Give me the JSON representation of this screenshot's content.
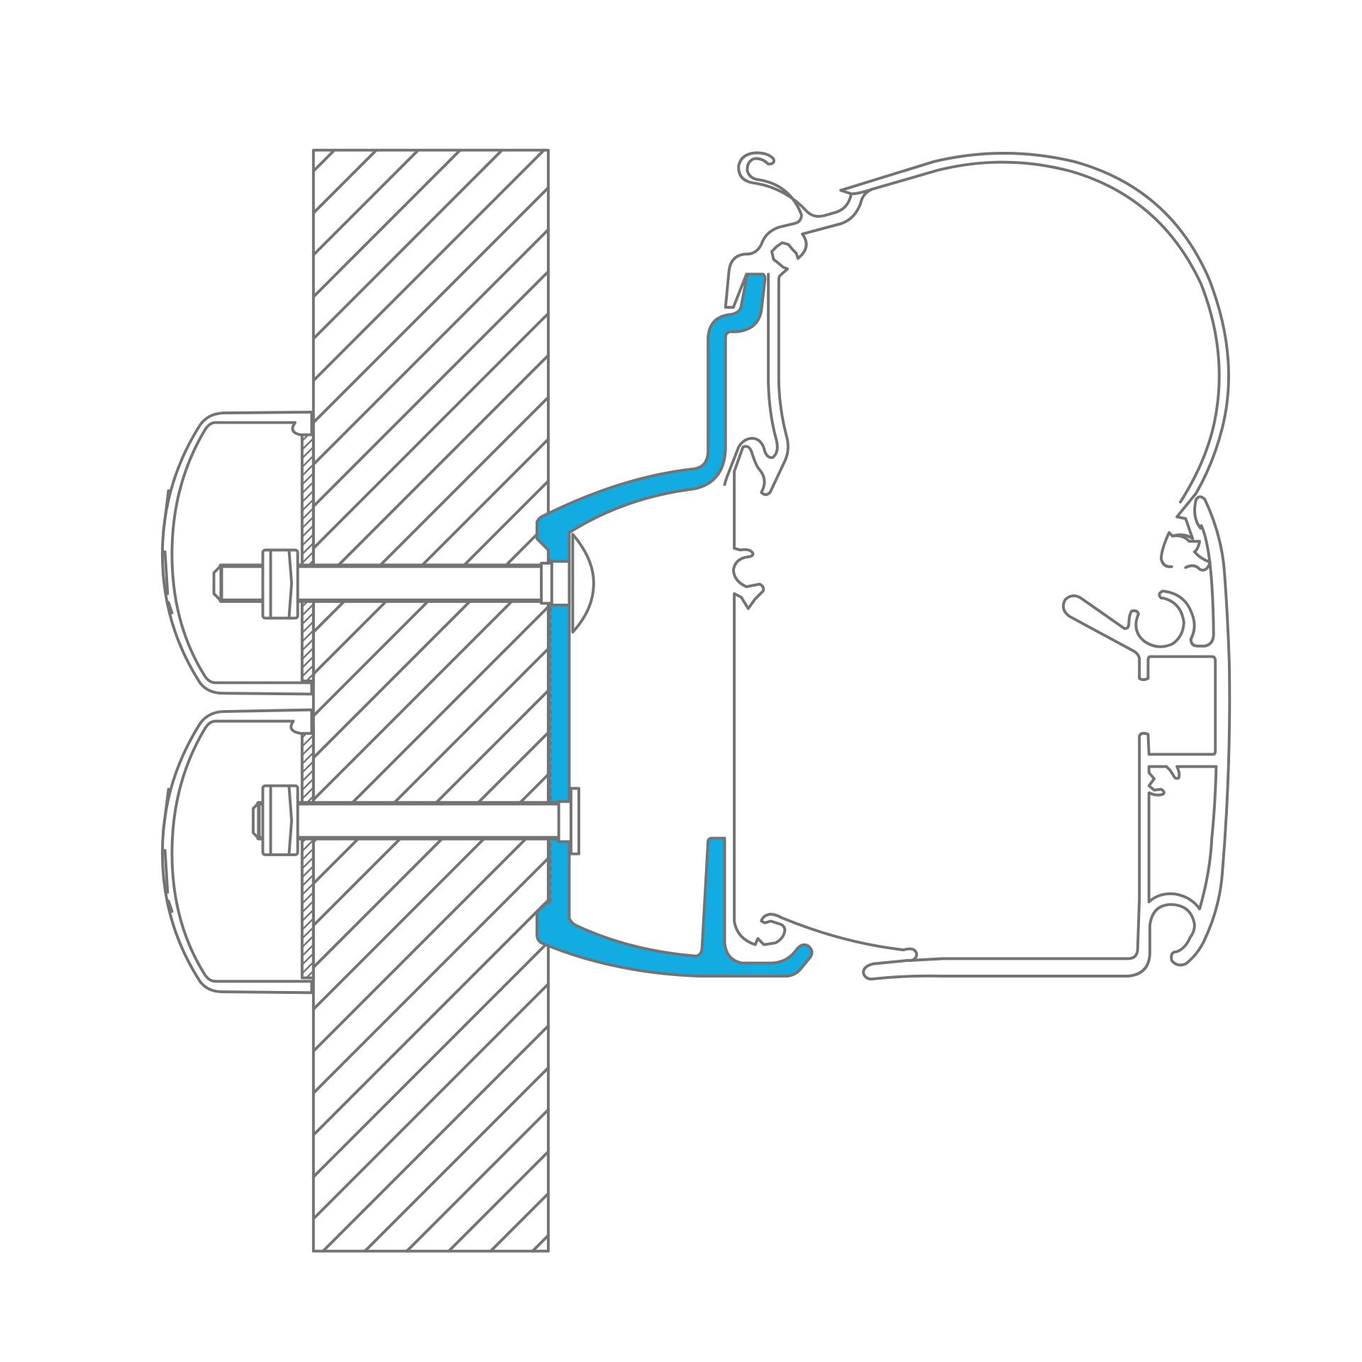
{
  "diagram": {
    "colors": {
      "line": "#737373",
      "adapter": "#12ace3",
      "background": "#ffffff"
    },
    "parts": [
      "wall",
      "adapter-rail",
      "awning-profile",
      "upper-bolt",
      "lower-bolt",
      "upper-cap",
      "lower-cap"
    ]
  }
}
